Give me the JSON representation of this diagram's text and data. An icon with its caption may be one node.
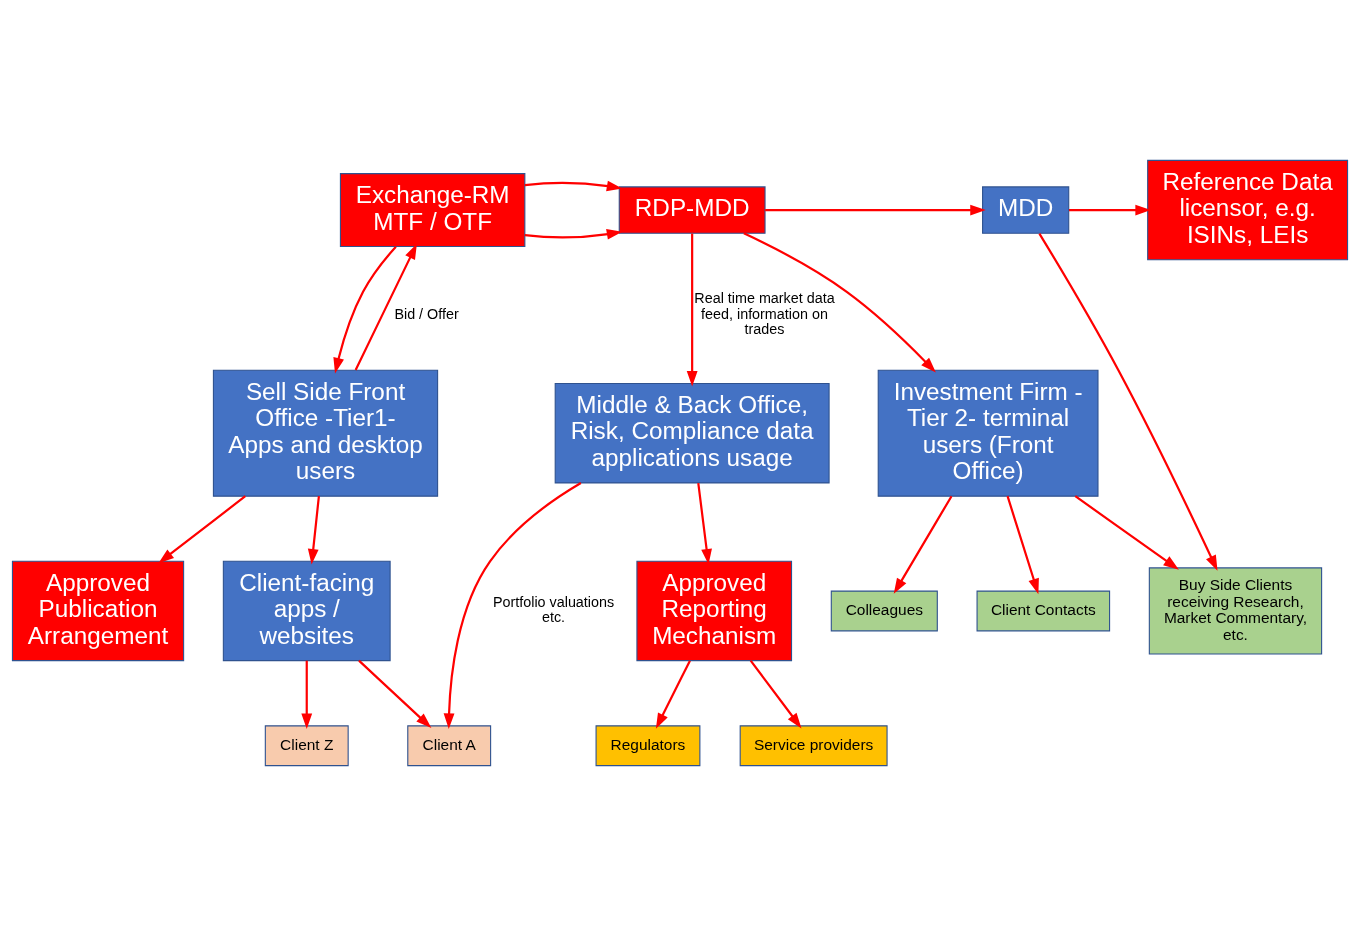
{
  "diagram": {
    "nodes": [
      {
        "text": [
          "Exchange-RM MTF / OTF"
        ]
      },
      {
        "text": [
          "RDP-MDD"
        ]
      },
      {
        "text": [
          "MDD"
        ]
      },
      {
        "text": [
          "Reference Data licensor, e.g. ISINs, LEIs"
        ]
      },
      {
        "text": [
          "Buy Side Clients receiving Research, Market Commentary, etc."
        ]
      },
      {
        "text": [
          "Sell Side Front Office -Tier1- Apps and desktop users"
        ]
      },
      {
        "text": [
          "Middle & Back Office, Risk, Compliance data applications usage"
        ]
      },
      {
        "text": [
          "Investment Firm - Tier 2- terminal users (Front Office)"
        ]
      },
      {
        "text": [
          "Colleagues"
        ]
      },
      {
        "text": [
          "Client Contacts"
        ]
      },
      {
        "text": [
          "Approved Publication Arrangement"
        ]
      },
      {
        "text": [
          "Client-facing apps / websites"
        ]
      },
      {
        "text": [
          "Client A"
        ]
      },
      {
        "text": [
          "Client Z"
        ]
      },
      {
        "text": [
          "Approved Reporting Mechanism"
        ]
      },
      {
        "text": [
          "Regulators"
        ]
      },
      {
        "text": [
          "Service providers"
        ]
      }
    ],
    "edges": [
      {
        "from": 0,
        "to": 1,
        "arrow": "to"
      },
      {
        "from": 0,
        "to": 1,
        "arrow": "to"
      },
      {
        "from": 1,
        "to": 2,
        "arrow": "to"
      },
      {
        "from": 2,
        "to": 3,
        "arrow": "to"
      },
      {
        "from": 2,
        "to": 4,
        "arrow": "to"
      },
      {
        "from": 1,
        "to": 7,
        "arrow": "to"
      },
      {
        "from": 7,
        "to": 4,
        "arrow": "to"
      },
      {
        "from": 5,
        "to": 0,
        "arrow": "to",
        "label": "Bid / Offer"
      },
      {
        "from": 0,
        "to": 5,
        "arrow": "to"
      },
      {
        "from": 1,
        "to": 6,
        "arrow": "to",
        "label": "Real time market data feed, information on trades"
      },
      {
        "from": 5,
        "to": 10,
        "arrow": "to"
      },
      {
        "from": 5,
        "to": 11,
        "arrow": "to"
      },
      {
        "from": 11,
        "to": 12,
        "arrow": "to"
      },
      {
        "from": 11,
        "to": 13,
        "arrow": "to"
      },
      {
        "from": 6,
        "to": 12,
        "arrow": "to",
        "label": "Portfolio valuations etc."
      },
      {
        "from": 6,
        "to": 14,
        "arrow": "to"
      },
      {
        "from": 7,
        "to": 8,
        "arrow": "to"
      },
      {
        "from": 7,
        "to": 9,
        "arrow": "to"
      },
      {
        "from": 14,
        "to": 15,
        "arrow": "to"
      },
      {
        "from": 14,
        "to": 16,
        "arrow": "to"
      }
    ]
  }
}
